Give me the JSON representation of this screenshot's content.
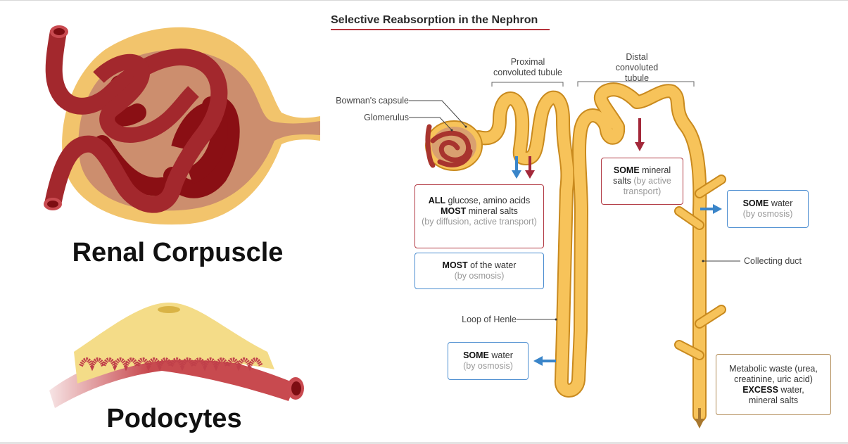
{
  "left_panel": {
    "renal_corpuscle_label": "Renal Corpuscle",
    "podocytes_label": "Podocytes"
  },
  "diagram": {
    "title": "Selective Reabsorption in the Nephron",
    "labels": {
      "pct_line1": "Proximal",
      "pct_line2": "convoluted tubule",
      "dct_line1": "Distal",
      "dct_line2": "convoluted",
      "dct_line3": "tubule",
      "bowmans_capsule": "Bowman's capsule",
      "glomerulus": "Glomerulus",
      "loop_of_henle": "Loop of Henle",
      "collecting_duct": "Collecting duct"
    },
    "boxes": {
      "pct_solutes": {
        "line1_bold": "ALL",
        "line1_rest": " glucose, amino acids",
        "line2_bold": "MOST",
        "line2_rest": " mineral salts",
        "line3_muted": "(by diffusion, active transport)"
      },
      "pct_water": {
        "line1_bold": "MOST",
        "line1_rest": " of the water",
        "line2_muted": "(by osmosis)"
      },
      "dct_salts": {
        "line1_bold": "SOME",
        "line1_rest": " mineral",
        "line2_plain": "salts ",
        "line2_muted": "(by active",
        "line3_muted": "transport)"
      },
      "cd_water": {
        "line1_bold": "SOME",
        "line1_rest": " water",
        "line2_muted": "(by osmosis)"
      },
      "loop_water": {
        "line1_bold": "SOME",
        "line1_rest": " water",
        "line2_muted": "(by osmosis)"
      },
      "urine": {
        "line1": "Metabolic waste (urea,",
        "line2": "creatinine, uric acid)",
        "line3_bold": "EXCESS",
        "line3_rest": " water,",
        "line4": "mineral salts"
      }
    },
    "colors": {
      "tubule_fill": "#f7c35a",
      "tubule_stroke": "#c98a1e",
      "vessel": "#a3282d",
      "vessel_dark": "#7d0d12",
      "water_arrow": "#3a85c9",
      "salt_arrow": "#a3283a",
      "urine_arrow": "#a8772e"
    }
  }
}
